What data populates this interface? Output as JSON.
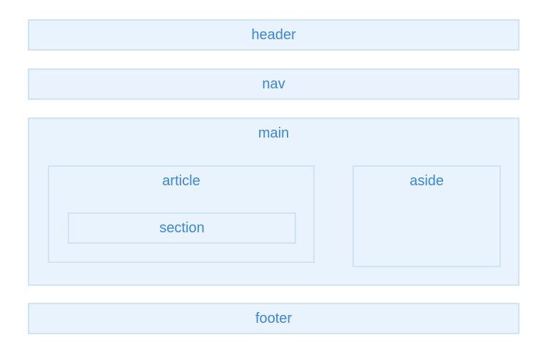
{
  "blocks": {
    "header": "header",
    "nav": "nav",
    "main": "main",
    "article": "article",
    "section": "section",
    "aside": "aside",
    "footer": "footer"
  },
  "colors": {
    "fill": "#e9f3fd",
    "border": "#cfe3f8",
    "text": "#3a86dd"
  }
}
